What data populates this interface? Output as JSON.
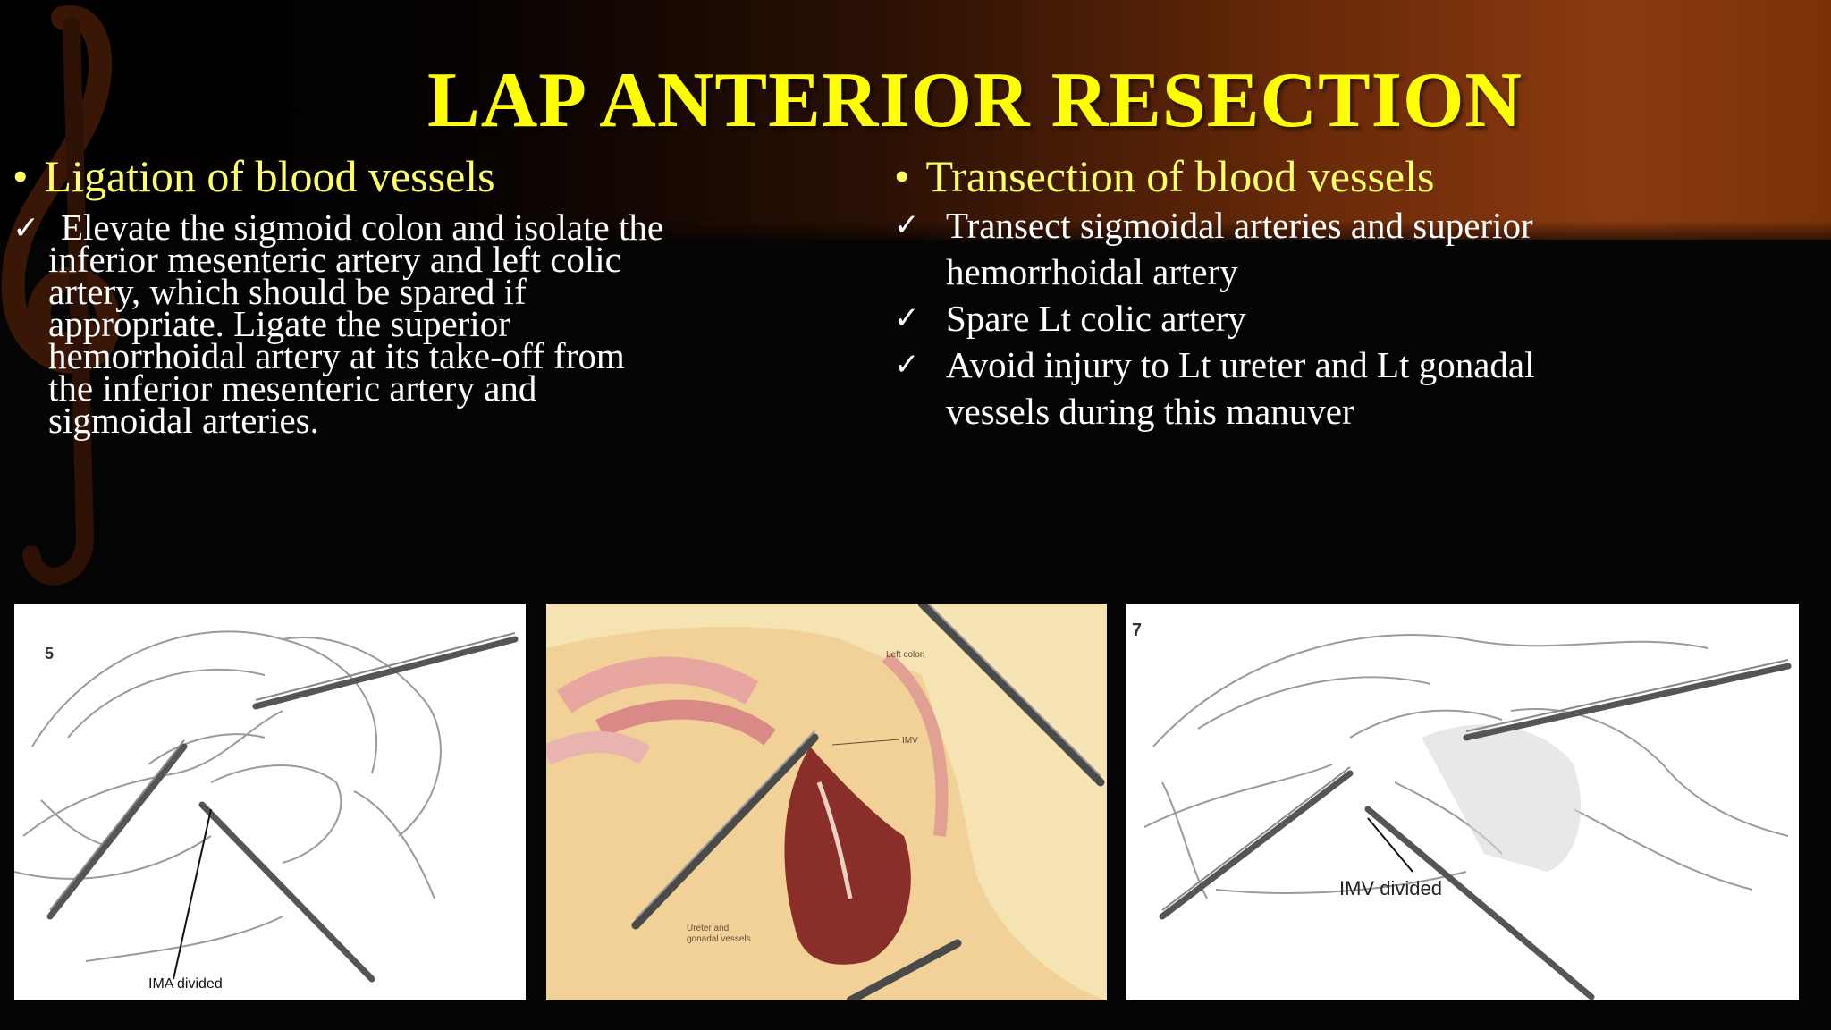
{
  "slide": {
    "title": "LAP ANTERIOR RESECTION"
  },
  "left_column": {
    "bullet_dot": "•",
    "heading": "Ligation of blood vessels",
    "check_symbol": "✓",
    "paragraph_lines": [
      "Elevate the sigmoid colon and isolate the",
      "inferior mesenteric artery and left colic",
      "artery, which should be spared if",
      "appropriate. Ligate the superior",
      "hemorrhoidal artery at its take-off from",
      "the inferior mesenteric artery and",
      "sigmoidal arteries."
    ]
  },
  "right_column": {
    "bullet_dot": "•",
    "heading": "Transection of blood vessels",
    "check_symbol": "✓",
    "items": [
      {
        "lines": [
          "Transect sigmoidal arteries and superior",
          "hemorrhoidal artery"
        ]
      },
      {
        "lines": [
          "Spare Lt colic artery"
        ]
      },
      {
        "lines": [
          "Avoid injury to Lt ureter and Lt gonadal",
          "vessels during this manuver"
        ]
      }
    ]
  },
  "figures": [
    {
      "number": "5",
      "label": "IMA divided",
      "style": "line drawing"
    },
    {
      "number": "",
      "labels": [
        "Left colon",
        "IMV",
        "Ureter and",
        "gonadal vessels"
      ],
      "style": "color illustration"
    },
    {
      "number": "7",
      "label": "IMV divided",
      "style": "line drawing"
    }
  ],
  "colors": {
    "title": "#ffff00",
    "heading": "#ffff66",
    "body_text": "#ffffff",
    "background": "#040404",
    "accent_gradient": "#8a3a10"
  }
}
